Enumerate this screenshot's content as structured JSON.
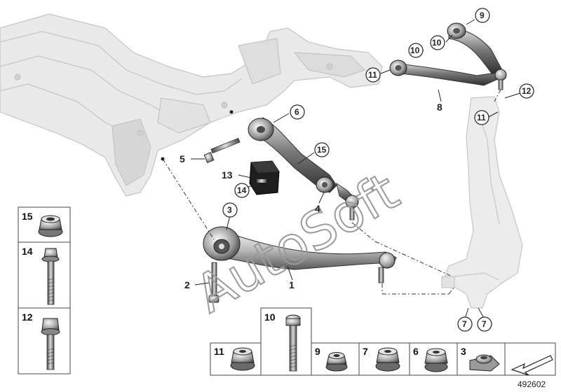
{
  "diagram": {
    "watermark": "AutoSoft",
    "reference_number": "492602",
    "callouts": {
      "c1": "1",
      "c2": "2",
      "c3": "3",
      "c4": "4",
      "c5": "5",
      "c6": "6",
      "c7a": "7",
      "c7b": "7",
      "c8": "8",
      "c9": "9",
      "c10a": "10",
      "c10b": "10",
      "c11a": "11",
      "c11b": "11",
      "c12": "12",
      "c13": "13",
      "c14": "14",
      "c15": "15"
    },
    "legend_left": [
      "15",
      "14",
      "12"
    ],
    "legend_bottom": [
      "11",
      "10",
      "9",
      "7",
      "6",
      "3"
    ]
  }
}
